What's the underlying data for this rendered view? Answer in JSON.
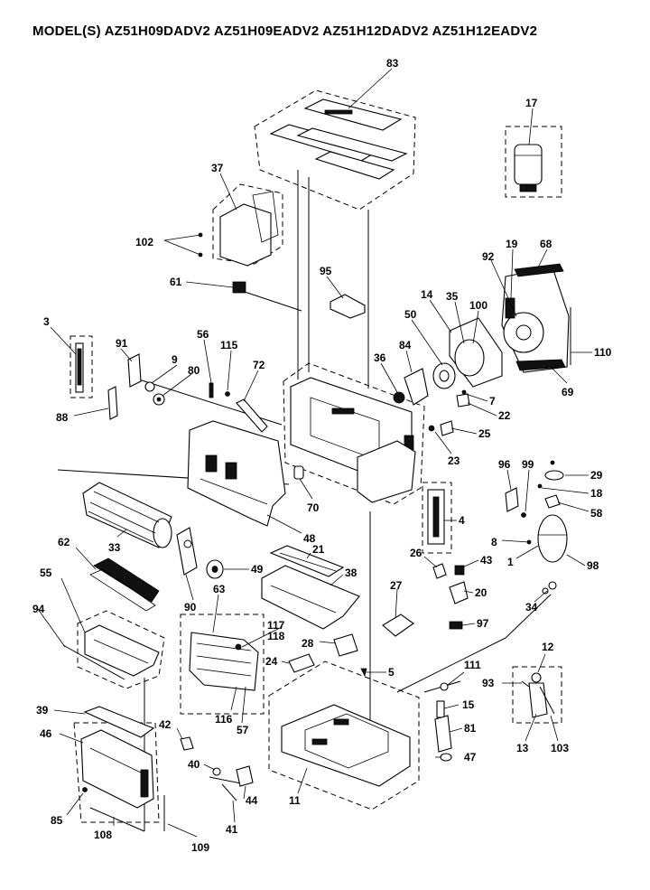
{
  "title": "MODEL(S) AZ51H09DADV2 AZ51H09EADV2 AZ51H12DADV2 AZ51H12EADV2",
  "callouts": [
    "83",
    "17",
    "37",
    "102",
    "68",
    "19",
    "92",
    "61",
    "95",
    "14",
    "35",
    "100",
    "50",
    "3",
    "91",
    "56",
    "115",
    "72",
    "9",
    "80",
    "36",
    "84",
    "110",
    "69",
    "7",
    "22",
    "88",
    "25",
    "23",
    "70",
    "96",
    "99",
    "29",
    "18",
    "58",
    "33",
    "48",
    "4",
    "62",
    "21",
    "8",
    "1",
    "98",
    "49",
    "38",
    "26",
    "43",
    "55",
    "90",
    "63",
    "27",
    "20",
    "34",
    "117",
    "118",
    "97",
    "94",
    "28",
    "24",
    "5",
    "111",
    "12",
    "93",
    "39",
    "15",
    "42",
    "116",
    "57",
    "81",
    "46",
    "40",
    "47",
    "44",
    "13",
    "103",
    "11",
    "85",
    "41",
    "108",
    "109"
  ]
}
